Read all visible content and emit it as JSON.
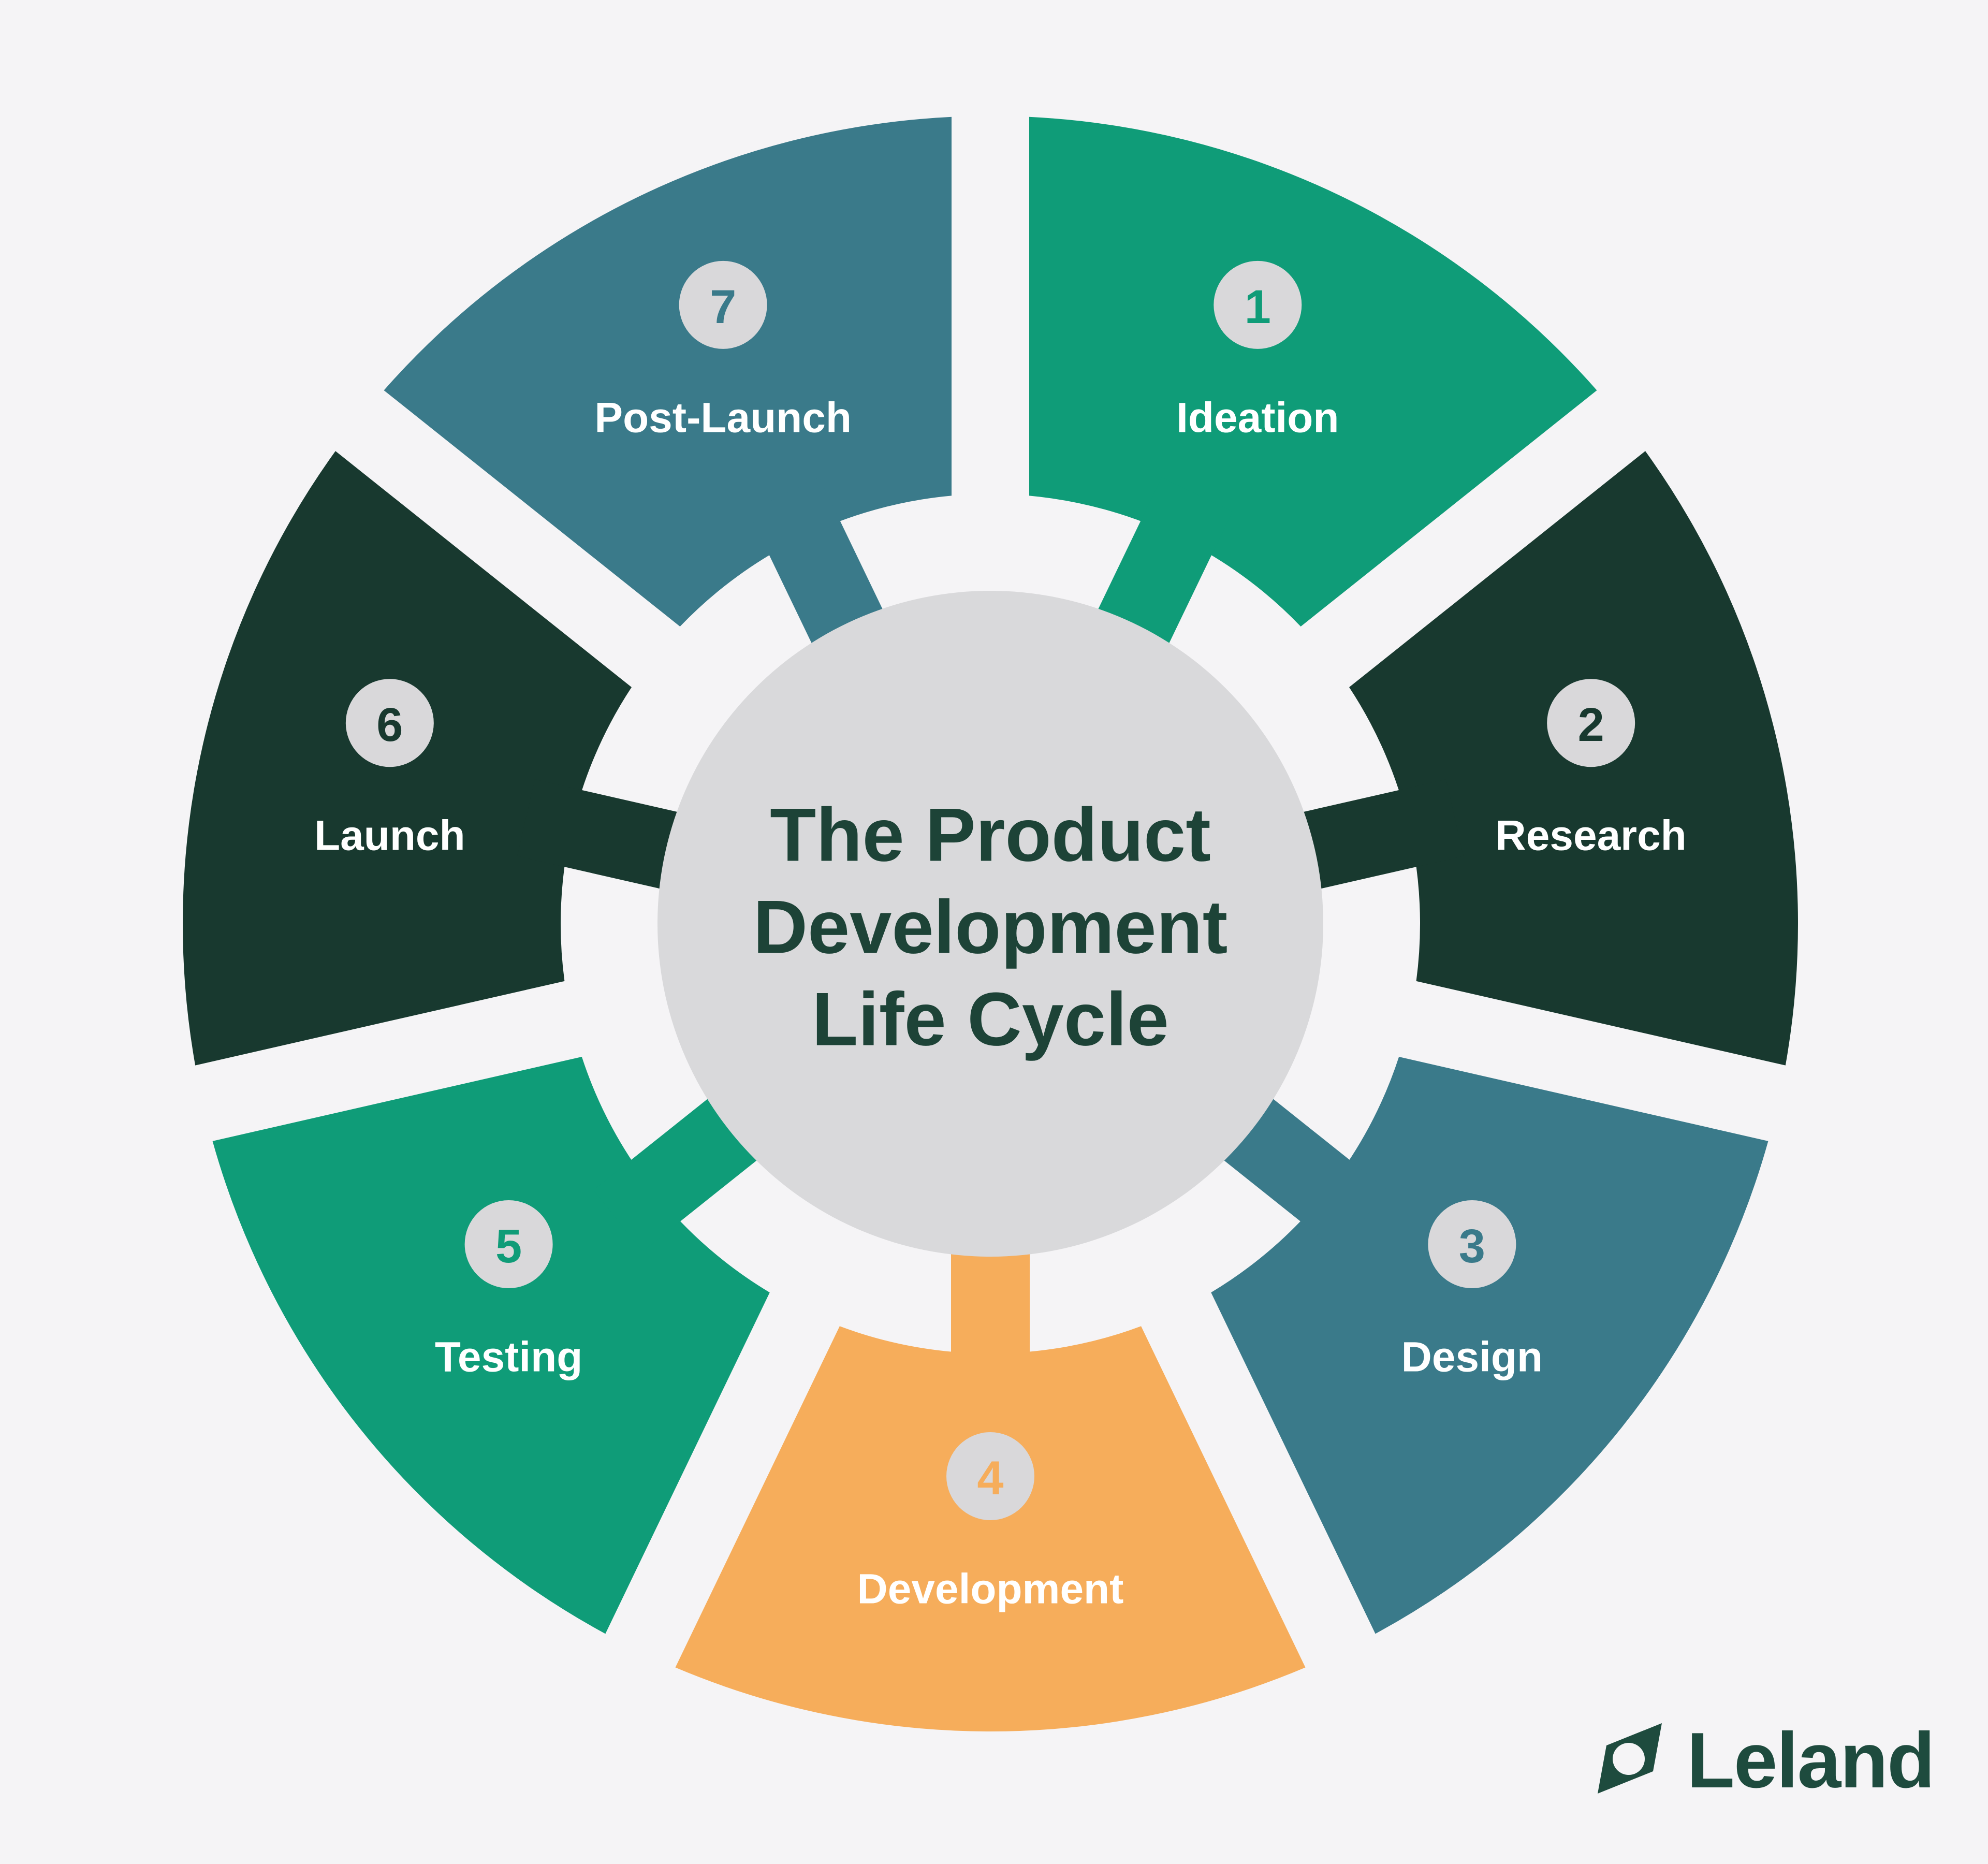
{
  "title": {
    "lines": [
      "The Product",
      "Development",
      "Life Cycle"
    ]
  },
  "segments": [
    {
      "number": "1",
      "label": "Ideation",
      "color": "#0f9c78"
    },
    {
      "number": "2",
      "label": "Research",
      "color": "#18392f"
    },
    {
      "number": "3",
      "label": "Design",
      "color": "#3a7a8a"
    },
    {
      "number": "4",
      "label": "Development",
      "color": "#f6ad5b"
    },
    {
      "number": "5",
      "label": "Testing",
      "color": "#0f9c78"
    },
    {
      "number": "6",
      "label": "Launch",
      "color": "#18392f"
    },
    {
      "number": "7",
      "label": "Post-Launch",
      "color": "#3a7a8a"
    }
  ],
  "badge": {
    "fill": "#d9d8da"
  },
  "center": {
    "fill": "#d9d9db",
    "title_color": "#1d4337"
  },
  "labels": {
    "color": "#ffffff"
  },
  "background": "#f5f4f6",
  "brand": {
    "name": "Leland",
    "color": "#1e4b3e"
  }
}
